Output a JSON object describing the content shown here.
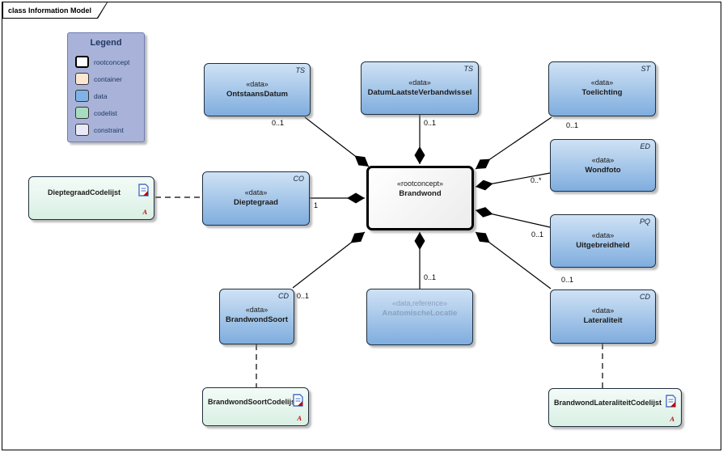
{
  "frame": {
    "title": "class Information Model"
  },
  "legend": {
    "title": "Legend",
    "items": [
      {
        "label": "rootconcept",
        "color": "#ffffff"
      },
      {
        "label": "container",
        "color": "#fbe6d1"
      },
      {
        "label": "data",
        "color": "#7fb2e5"
      },
      {
        "label": "codelist",
        "color": "#a8dcc0"
      },
      {
        "label": "constraint",
        "color": "#e9e9f9"
      }
    ]
  },
  "nodes": {
    "brandwond": {
      "stereotype": "«rootconcept»",
      "name": "Brandwond"
    },
    "ontstaansdatum": {
      "stereotype": "«data»",
      "name": "OntstaansDatum",
      "type_code": "TS",
      "multiplicity": "0..1"
    },
    "datumlaatsteverbandwissel": {
      "stereotype": "«data»",
      "name": "DatumLaatsteVerbandwissel",
      "type_code": "TS",
      "multiplicity": "0..1"
    },
    "toelichting": {
      "stereotype": "«data»",
      "name": "Toelichting",
      "type_code": "ST",
      "multiplicity": "0..1"
    },
    "wondfoto": {
      "stereotype": "«data»",
      "name": "Wondfoto",
      "type_code": "ED",
      "multiplicity": "0..*"
    },
    "uitgebreidheid": {
      "stereotype": "«data»",
      "name": "Uitgebreidheid",
      "type_code": "PQ",
      "multiplicity": "0..1"
    },
    "lateraliteit": {
      "stereotype": "«data»",
      "name": "Lateraliteit",
      "type_code": "CD",
      "multiplicity": "0..1"
    },
    "dieptegraad": {
      "stereotype": "«data»",
      "name": "Dieptegraad",
      "type_code": "CO",
      "multiplicity": "1"
    },
    "brandwondsoort": {
      "stereotype": "«data»",
      "name": "BrandwondSoort",
      "type_code": "CD",
      "multiplicity": "0..1"
    },
    "anatomischelocatie": {
      "stereotype": "«data,reference»",
      "name": "AnatomischeLocatie",
      "multiplicity": "0..1"
    }
  },
  "codelists": {
    "dieptegraad": {
      "name": "DieptegraadCodelijst",
      "marker": "A"
    },
    "brandwondsoort": {
      "name": "BrandwondSoortCodelijst",
      "marker": "A"
    },
    "lateraliteit": {
      "name": "BrandwondLateraliteitCodelijst",
      "marker": "A"
    }
  }
}
